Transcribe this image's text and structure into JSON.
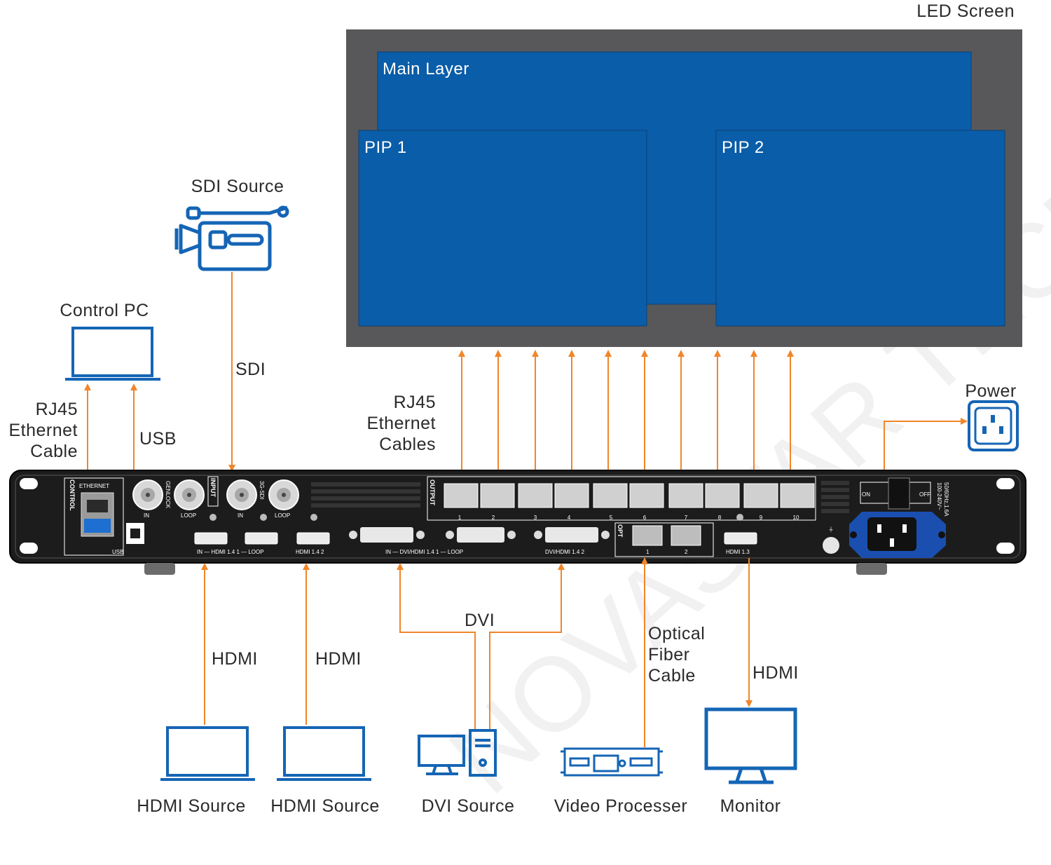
{
  "led_screen": {
    "title": "LED Screen",
    "main_layer": "Main Layer",
    "pip1": "PIP 1",
    "pip2": "PIP 2"
  },
  "sources": {
    "sdi_source": "SDI Source",
    "control_pc": "Control PC",
    "power": "Power",
    "hdmi_source_1": "HDMI Source",
    "hdmi_source_2": "HDMI Source",
    "dvi_source": "DVI Source",
    "video_processor": "Video Processer",
    "monitor": "Monitor"
  },
  "connections": {
    "sdi": "SDI",
    "rj45_1": "RJ45",
    "rj45_2": "Ethernet",
    "rj45_3": "Cable",
    "usb": "USB",
    "rj45s_1": "RJ45",
    "rj45s_2": "Ethernet",
    "rj45s_3": "Cables",
    "hdmi_1": "HDMI",
    "hdmi_2": "HDMI",
    "dvi": "DVI",
    "optical_1": "Optical",
    "optical_2": "Fiber",
    "optical_3": "Cable",
    "hdmi_monitor": "HDMI"
  },
  "device_panel": {
    "control": "CONTROL",
    "ethernet": "ETHERNET",
    "usb": "USB",
    "genlock": "GENLOCK",
    "in": "IN",
    "loop": "LOOP",
    "input": "INPUT",
    "sdi3g": "3G-SDI",
    "in2": "IN",
    "loop2": "LOOP",
    "hdmi14_in_loop": "IN — HDMI 1.4 1 — LOOP",
    "hdmi14_2": "HDMI 1.4 2",
    "dvi_in_loop": "IN — DVI/HDMI 1.4 1 — LOOP",
    "dvi_2": "DVI/HDMI 1.4 2",
    "output": "OUTPUT",
    "opt": "OPT",
    "opt1": "1",
    "opt2": "2",
    "hdmi13": "HDMI 1.3",
    "on": "ON",
    "off": "OFF",
    "rating": "50/60Hz,1.6A",
    "voltage": "100-240V~",
    "port_numbers": [
      "1",
      "2",
      "3",
      "4",
      "5",
      "6",
      "7",
      "8",
      "9",
      "10"
    ]
  },
  "watermark": "NOVASTAR TECH CO., LTD.",
  "colors": {
    "screen_frame": "#58585a",
    "layer_blue": "#0a5da8",
    "icon_blue": "#1565b5",
    "arrow_orange": "#f0862a",
    "device_body": "#1c1c1c"
  }
}
